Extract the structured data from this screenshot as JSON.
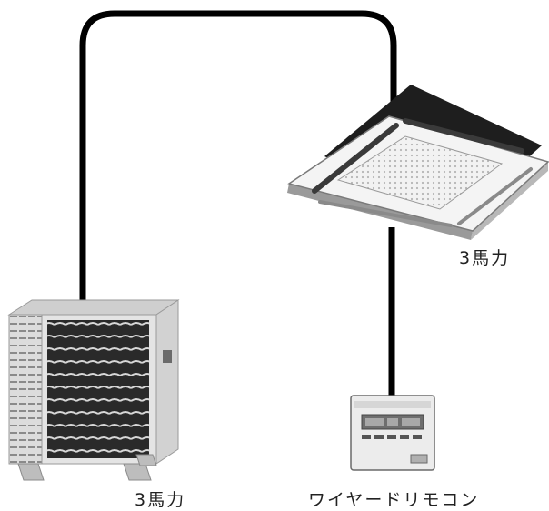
{
  "labels": {
    "indoor_unit": "3馬力",
    "outdoor_unit": "3馬力",
    "remote_controller": "ワイヤードリモコン"
  },
  "colors": {
    "cable": "#000000",
    "background": "#ffffff",
    "unit_casing": "#e6e6e6",
    "dark_panel": "#1e1e1e"
  },
  "icons": {
    "indoor_unit": "ceiling-cassette-air-conditioner-icon",
    "outdoor_unit": "outdoor-condenser-unit-icon",
    "remote_controller": "wired-remote-controller-icon"
  }
}
